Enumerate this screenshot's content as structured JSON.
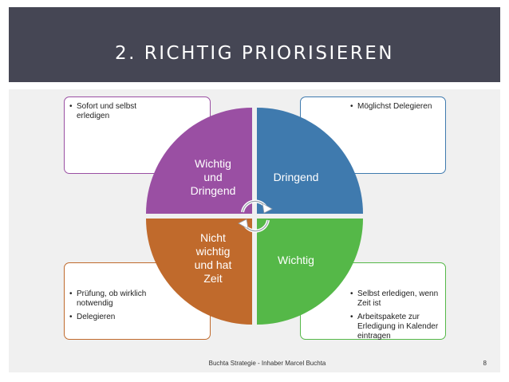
{
  "slide": {
    "title": "2. RICHTIG PRIORISIEREN",
    "footer": "Buchta Strategie - Inhaber Marcel Buchta",
    "page_number": "8"
  },
  "quadrants": {
    "top_left": {
      "label_lines": [
        "Wichtig",
        "und",
        "Dringend"
      ],
      "color": "#9a4fa3",
      "card_items": [
        "Sofort und selbst erledigen"
      ]
    },
    "top_right": {
      "label_lines": [
        "Dringend"
      ],
      "color": "#3f7aae",
      "card_items": [
        "Möglichst Delegieren"
      ]
    },
    "bottom_left": {
      "label_lines": [
        "Nicht",
        "wichtig",
        "und hat",
        "Zeit"
      ],
      "color": "#c06a2c",
      "card_items": [
        "Prüfung, ob wirklich notwendig",
        "Delegieren"
      ]
    },
    "bottom_right": {
      "label_lines": [
        "Wichtig"
      ],
      "color": "#55b848",
      "card_items": [
        "Selbst erledigen, wenn Zeit ist",
        "Arbeitspakete zur Erledigung in Kalender eintragen"
      ]
    }
  },
  "colors": {
    "header_bg": "#454654",
    "content_bg": "#f0f0f0"
  },
  "icons": {
    "center": "cycle-arrows-icon"
  }
}
